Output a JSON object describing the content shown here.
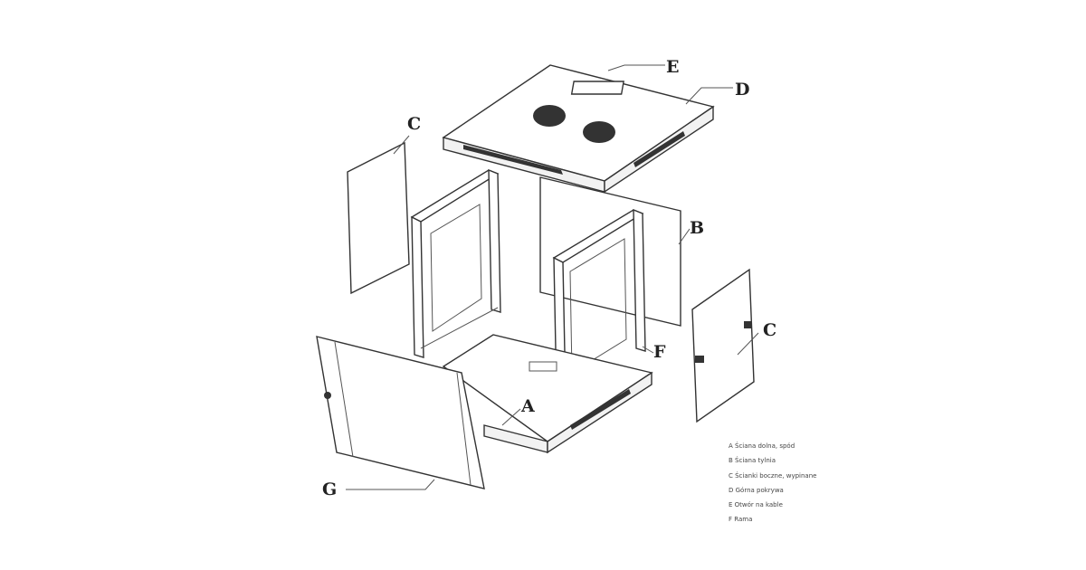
{
  "callouts": {
    "a": "A",
    "b": "B",
    "c_left": "C",
    "c_right": "C",
    "d": "D",
    "e": "E",
    "f": "F",
    "g": "G"
  },
  "legend": [
    "A Ściana dolna, spód",
    "B Ściana tylnia",
    "C Ścianki boczne, wypinane",
    "D Górna pokrywa",
    "E Otwór na kable",
    "F Rama"
  ]
}
